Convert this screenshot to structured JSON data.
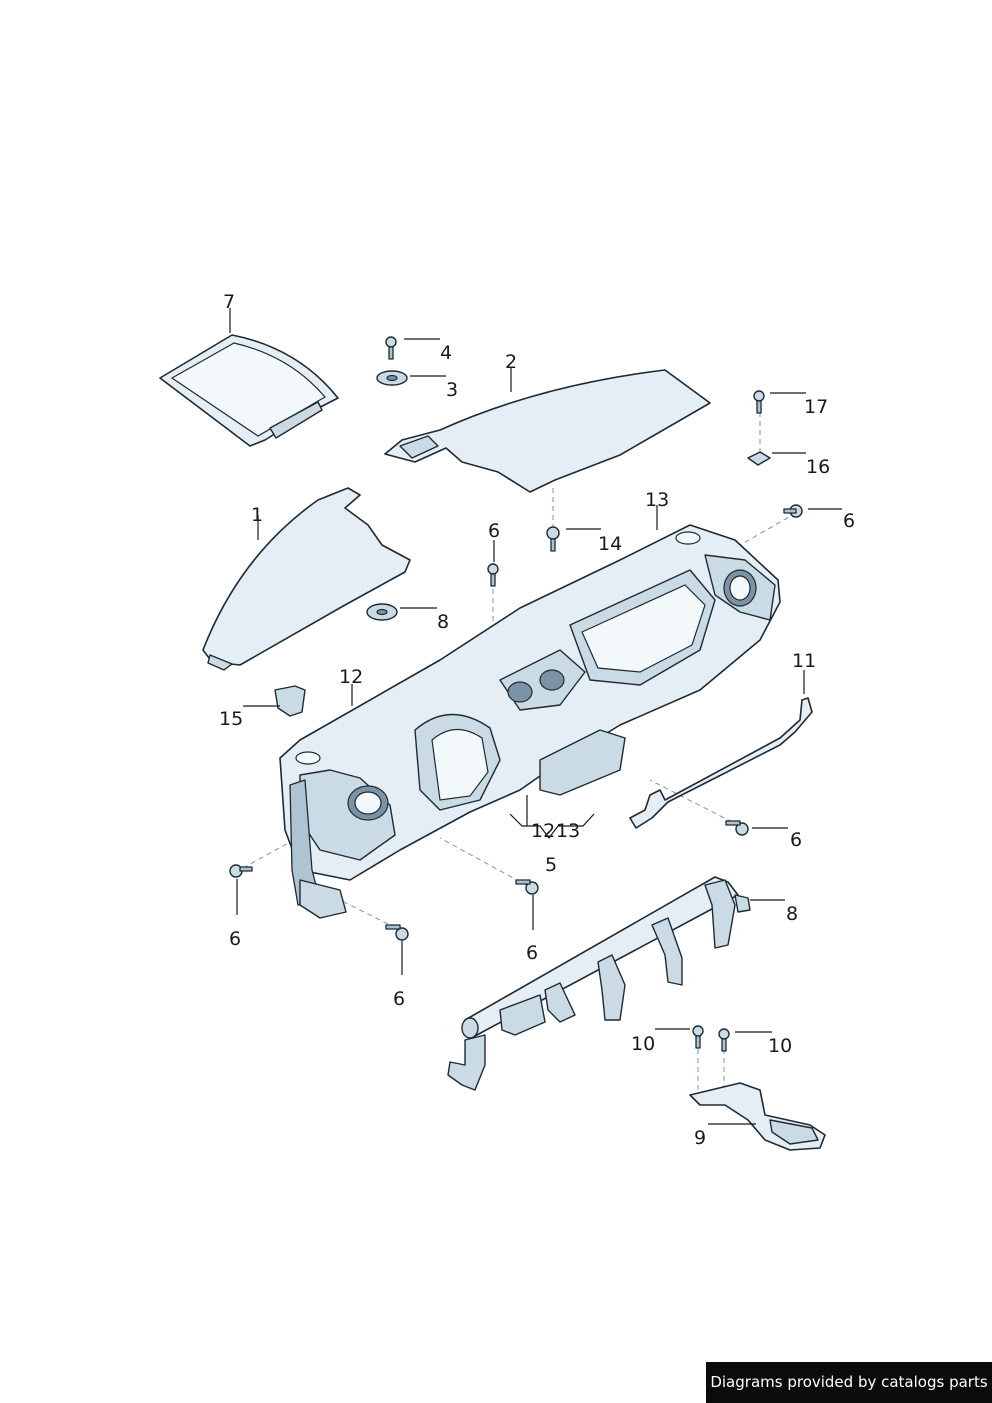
{
  "callouts": {
    "c1": "1",
    "c2": "2",
    "c3": "3",
    "c4": "4",
    "c5": "5",
    "c6a": "6",
    "c6b": "6",
    "c6c": "6",
    "c6d": "6",
    "c6e": "6",
    "c6f": "6",
    "c7": "7",
    "c8a": "8",
    "c8b": "8",
    "c9": "9",
    "c10a": "10",
    "c10b": "10",
    "c11": "11",
    "c12a": "12",
    "c12b": "12",
    "c13a": "13",
    "c13b": "13",
    "c14": "14",
    "c15": "15",
    "c16": "16",
    "c17": "17"
  },
  "credit": "Diagrams provided by catalogs parts"
}
